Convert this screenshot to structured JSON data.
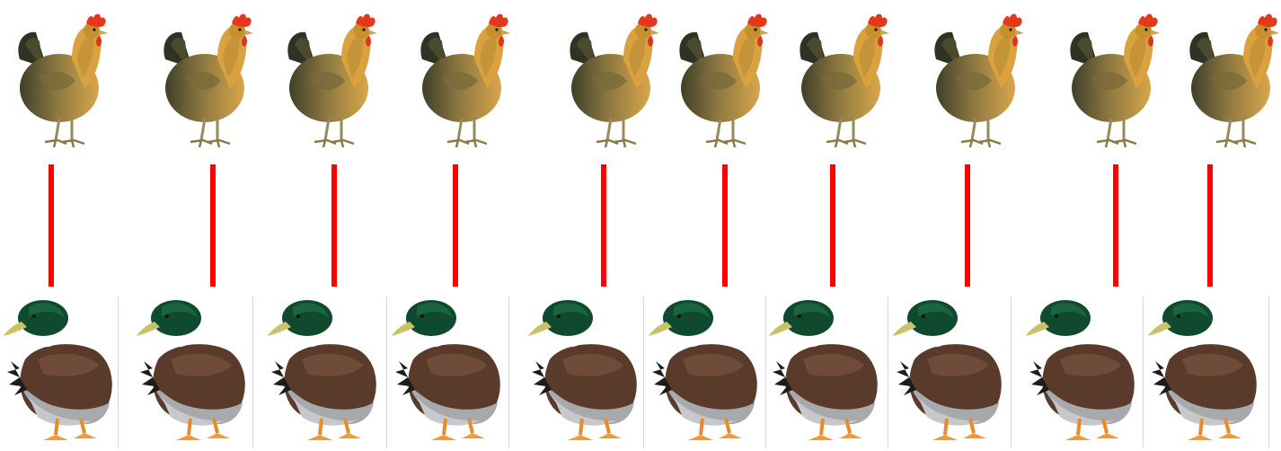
{
  "pairs": [
    {
      "left": "chicken",
      "right": "duck"
    },
    {
      "left": "chicken",
      "right": "duck"
    },
    {
      "left": "chicken",
      "right": "duck"
    },
    {
      "left": "chicken",
      "right": "duck"
    },
    {
      "left": "chicken",
      "right": "duck"
    },
    {
      "left": "chicken",
      "right": "duck"
    },
    {
      "left": "chicken",
      "right": "duck"
    },
    {
      "left": "chicken",
      "right": "duck"
    },
    {
      "left": "chicken",
      "right": "duck"
    },
    {
      "left": "chicken",
      "right": "duck"
    }
  ],
  "icons": {
    "top": "chicken-icon",
    "bottom": "duck-icon"
  },
  "colors": {
    "connector": "#ff0000"
  }
}
